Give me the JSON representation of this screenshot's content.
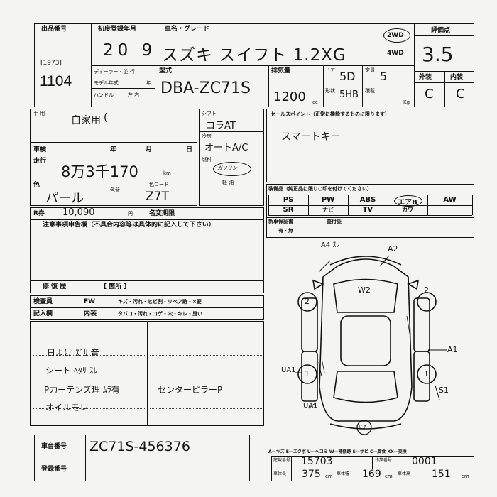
{
  "header": {
    "exhibit_no_label": "出品番号",
    "lot_code": "[1973]",
    "lot_number": "1104",
    "first_reg_label": "初度登録年月",
    "first_reg_value": "20 9",
    "car_name_label": "車名・グレード",
    "car_name_value": "スズキ スイフト 1.2XG",
    "drive_2wd": "2WD",
    "drive_4wd": "4WD",
    "rating_label": "評価点",
    "rating_value": "3.5",
    "exterior_label": "外装",
    "interior_label": "内装",
    "exterior_value": "C",
    "interior_value": "C",
    "dealer_label": "ディーラー・並 行",
    "model_year_label": "モデル年式",
    "model_year_suffix": "年",
    "handle_label": "ハンドル",
    "handle_value": "左 右",
    "model_type_label": "型式",
    "model_type_value": "DBA-ZC71S",
    "displacement_label": "排気量",
    "displacement_value": "1200",
    "displacement_unit": "cc",
    "door_label": "ドア",
    "door_value": "5D",
    "capacity_label": "定員",
    "capacity_value": "5",
    "shape_label": "形状",
    "shape_value": "5HB",
    "load_label": "積載",
    "load_unit": "Kg"
  },
  "middle": {
    "usage_label": "手 用",
    "usage_value": "自家用",
    "usage_paren": "(",
    "shaken_label": "車検",
    "shaken_year": "年",
    "shaken_month": "月",
    "shaken_day": "日",
    "mileage_label": "走行",
    "mileage_value": "8万3千170",
    "mileage_unit": "km",
    "color_label": "色",
    "color_value": "パール",
    "color_change_label": "色替",
    "color_code_label": "色コード",
    "color_code_value": "Z7T",
    "recycle_label": "R券",
    "recycle_value": "10,090",
    "recycle_unit": "円",
    "name_change_label": "名変期限",
    "shift_label": "シフト",
    "shift_value": "コラAT",
    "ac_label": "冷房",
    "ac_value": "オートA/C",
    "fuel_label": "燃料",
    "fuel_value": "ガソリン",
    "fuel_option": "軽 油",
    "sales_point_label": "セールスポイント（正常に機能するものに限ります）",
    "sales_point_value": "スマートキー",
    "equip_label": "装備品（純正品に限り○印を付けてください）",
    "equip_row1": [
      "PS",
      "PW",
      "ABS",
      "エアB",
      "AW"
    ],
    "equip_row2": [
      "SR",
      "ナビ",
      "TV",
      "カワ",
      ""
    ],
    "new_car_warranty_label": "新車保証書",
    "new_car_warranty_value": "有・無",
    "eval_bill_label": "査付証",
    "caution_label": "注意事項申告欄（不具合内容等は具体的に記入して下さい）",
    "repair_label": "修 復 歴",
    "repair_location": "[ 箇所 ]"
  },
  "inspector": {
    "label": "検査員",
    "label2": "記入欄",
    "fw": "FW",
    "naisou": "内装",
    "legend1": "キズ・汚れ・ヒビ割・リペア跡・×要",
    "legend2": "タバコ・汚れ・コゲ・穴・キレ・臭い",
    "notes": [
      "日よけ ｽﾞﾘ 音",
      "シート ﾍﾀﾘ ｽﾚ",
      "P力ーテンズ理 ﾑﾗ有",
      "オイルモレ"
    ],
    "notes_right": "センターピラーP"
  },
  "diagram": {
    "marks": [
      "A4 ｽﾚ",
      "A2",
      "W2",
      "A1",
      "UA1",
      "S1",
      "UA1",
      "2",
      "2",
      "1",
      "1"
    ],
    "tiny": "ﾄﾞｱ"
  },
  "bottom": {
    "chassis_label": "車台番号",
    "chassis_value": "ZC71S-456376",
    "reg_label": "登録番号",
    "legend": "A—キズ E—エクボ U—ヘコミ W—補修跡 S—サビ C—腐食 XX—交換",
    "form_no_label": "記載番号",
    "form_no_value": "15703",
    "worker_label": "作業番号",
    "worker_value": "0001",
    "length_label": "車体長",
    "length_value": "375",
    "width_label": "車体幅",
    "width_value": "169",
    "height_label": "車体高",
    "height_value": "151",
    "unit_cm": "cm"
  }
}
